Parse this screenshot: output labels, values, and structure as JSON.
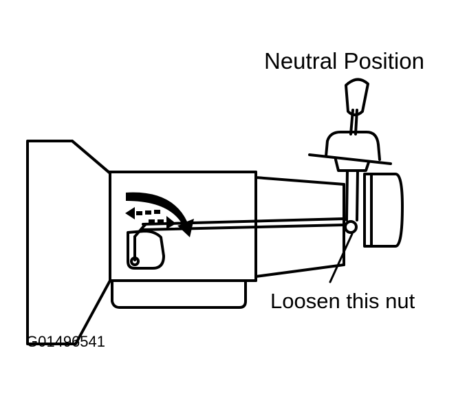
{
  "labels": {
    "neutral_position": "Neutral Position",
    "loosen_nut": "Loosen this nut",
    "figure_id": "G01496541"
  },
  "colors": {
    "ink": "#000000",
    "paper": "#ffffff"
  }
}
